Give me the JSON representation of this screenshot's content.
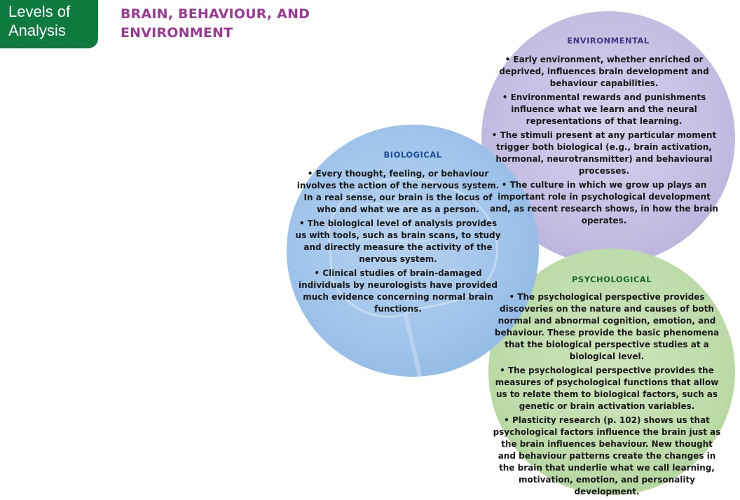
{
  "header": {
    "tab_label_line1": "Levels of",
    "tab_label_line2": "Analysis",
    "title_line1": "BRAIN, BEHAVIOUR, AND",
    "title_line2": "ENVIRONMENT"
  },
  "colors": {
    "tab_green": "#0f7a3d",
    "title_purple": "#9b3a93",
    "biological_blue": "#9fc3ea",
    "environmental_lavender": "#c3bde2",
    "psychological_green": "#bddba9"
  },
  "sections": {
    "biological": {
      "title": "BIOLOGICAL",
      "bullets": [
        "Every thought, feeling, or behaviour involves the action of the nervous system. In a real sense, our brain is the locus of who and what we are as a person.",
        "The biological level of analysis provides us with tools, such as brain scans, to study and directly measure the activity of the nervous system.",
        "Clinical studies of brain-damaged individuals by neurologists have provided much evidence concerning normal brain functions."
      ]
    },
    "environmental": {
      "title": "ENVIRONMENTAL",
      "bullets": [
        "Early environment, whether enriched or deprived, influences brain development and behaviour capabilities.",
        "Environmental rewards and punishments influence what we learn and the neural representations of that learning.",
        "The stimuli present at any particular moment trigger both biological (e.g., brain activation, hormonal, neurotransmitter) and behavioural processes.",
        "The culture in which we grow up plays an important role in psychological development and, as recent research shows, in how the brain operates."
      ]
    },
    "psychological": {
      "title": "PSYCHOLOGICAL",
      "bullets": [
        "The psychological perspective provides discoveries on the nature and causes of both normal and abnormal cognition, emotion, and behaviour. These provide the basic phenomena that the biological perspective studies at a biological level.",
        "The psychological perspective provides the measures of psychological functions that allow us to relate them to biological factors, such as genetic or brain activation variables.",
        "Plasticity research (p. 102) shows us that psychological factors influence the brain just as the brain influences behaviour. New thought and behaviour patterns create the changes in the brain that underlie what we call learning, motivation, emotion, and personality development."
      ]
    }
  }
}
